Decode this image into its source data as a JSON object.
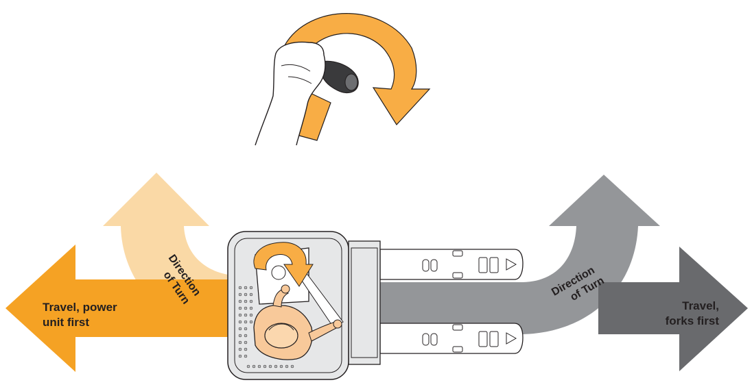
{
  "labels": {
    "travel_power_line1": "Travel, power",
    "travel_power_line2": "unit first",
    "travel_forks_line1": "Travel,",
    "travel_forks_line2": "forks first",
    "turn_left_line1": "Direction",
    "turn_left_line2": "of Turn",
    "turn_right_line1": "Direction",
    "turn_right_line2": "of Turn"
  },
  "colors": {
    "orange": "#f5a224",
    "light_orange": "#fad9a6",
    "gray": "#949699",
    "dark_gray": "#696a6d",
    "skin": "#f8c99a",
    "truck_body": "#e6e7e8",
    "outline": "#231f20"
  },
  "icons": {
    "control_handle": "hand-gripping-handle-icon",
    "turn_arrow": "curved-rotation-arrow-icon",
    "truck": "pallet-jack-top-view-icon",
    "operator": "operator-top-view-icon"
  }
}
